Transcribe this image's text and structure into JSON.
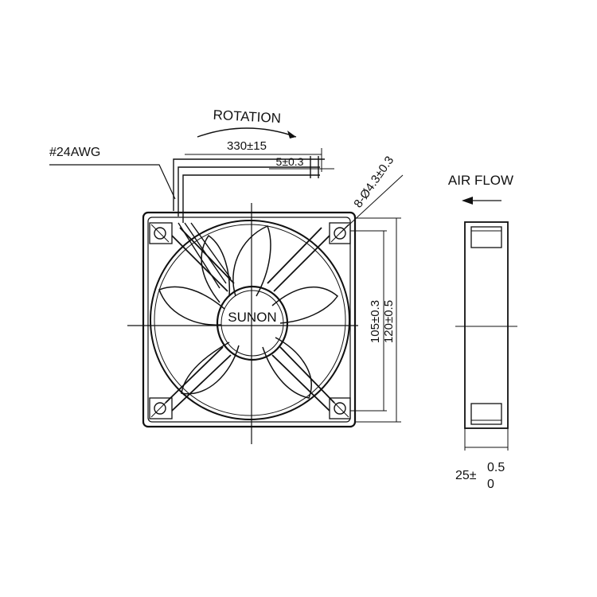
{
  "labels": {
    "rotation": "ROTATION",
    "wire_gauge": "#24AWG",
    "lead_length": "330±15",
    "strip_length": "5±0.3",
    "mounting_holes": "8-Ø4.3±0.3",
    "brand": "SUNON",
    "hole_spacing": "105±0.3",
    "frame_size": "120±0.5",
    "air_flow": "AIR FLOW",
    "thickness_base": "25±",
    "thickness_upper": "0.5",
    "thickness_lower": "0"
  },
  "colors": {
    "line": "#111111",
    "background": "#ffffff"
  }
}
